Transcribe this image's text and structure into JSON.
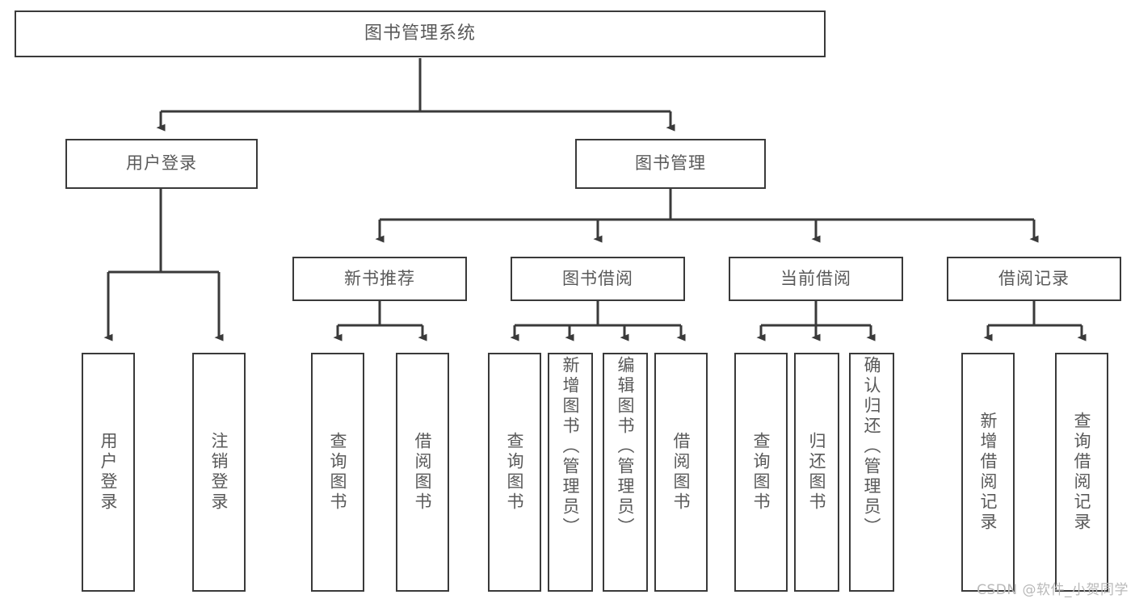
{
  "diagram": {
    "title": "图书管理系统",
    "type": "function-structure-tree",
    "watermark": "CSDN @软件_小贺同学",
    "colors": {
      "border": "#3a3a3a",
      "text": "#595959",
      "background": "#ffffff",
      "watermark": "#b9b9b9"
    },
    "levels": {
      "level1_label": "图书管理系统",
      "level2_labels": [
        "用户登录",
        "图书管理"
      ],
      "level3_labels": [
        "新书推荐",
        "图书借阅",
        "当前借阅",
        "借阅记录"
      ]
    },
    "nodes": {
      "root": {
        "label": "图书管理系统"
      },
      "user_login": {
        "label": "用户登录"
      },
      "book_manage": {
        "label": "图书管理"
      },
      "new_book_rec": {
        "label": "新书推荐"
      },
      "book_borrow": {
        "label": "图书借阅"
      },
      "current_borrow": {
        "label": "当前借阅"
      },
      "borrow_record": {
        "label": "借阅记录"
      },
      "leaf_user_login": {
        "label": "用户登录"
      },
      "leaf_logout": {
        "label": "注销登录"
      },
      "leaf_query_book_1": {
        "label": "查询图书"
      },
      "leaf_borrow_book_1": {
        "label": "借阅图书"
      },
      "leaf_query_book_2": {
        "label": "查询图书"
      },
      "leaf_add_book": {
        "label": "新增图书（管理员）"
      },
      "leaf_edit_book": {
        "label": "编辑图书（管理员）"
      },
      "leaf_borrow_book_2": {
        "label": "借阅图书"
      },
      "leaf_query_book_3": {
        "label": "查询图书"
      },
      "leaf_return_book": {
        "label": "归还图书"
      },
      "leaf_confirm_return": {
        "label": "确认归还（管理员）"
      },
      "leaf_add_record": {
        "label": "新增借阅记录"
      },
      "leaf_query_record": {
        "label": "查询借阅记录"
      }
    }
  }
}
